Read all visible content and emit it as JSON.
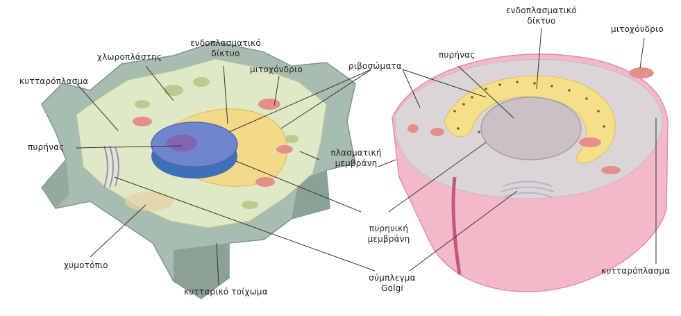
{
  "labels": {
    "xloroplastis": "χλωροπλάστης",
    "endo_left_1": "ενδοπλασματικό",
    "endo_left_2": "δίκτυο",
    "mitochondrio_left": "μιτοχόνδριο",
    "kytaroplasma_left": "κυτταρόπλασμα",
    "pyrinas_left": "πυρήνας",
    "ribosomata": "ριβοσώματα",
    "plasmatiki_1": "πλασματική",
    "plasmatiki_2": "μεμβράνη",
    "pyriniki_1": "πυρηνική",
    "pyriniki_2": "μεμβράνη",
    "xymotopio": "χυμοτόπιο",
    "kyttariko_toixoma": "κυτταρικό τοίχωμα",
    "golgi_1": "σύμπλεγμα",
    "golgi_2": "Golgi",
    "endo_right_1": "ενδοπλασματικό",
    "endo_right_2": "δίκτυο",
    "pyrinas_right": "πυρήνας",
    "mitochondrio_right": "μιτοχόνδριο",
    "kytaroplasma_right": "κυτταρόπλασμα"
  },
  "colors": {
    "wall": "#9fb2a6",
    "plant_cytoplasm": "#dfe8c8",
    "nucleus": "#5f7fc8",
    "er_yellow": "#f2df8a",
    "mitochondria": "#e79a93",
    "animal_membrane": "#f2b3c6",
    "animal_cytoplasm": "#d9d4d6"
  }
}
